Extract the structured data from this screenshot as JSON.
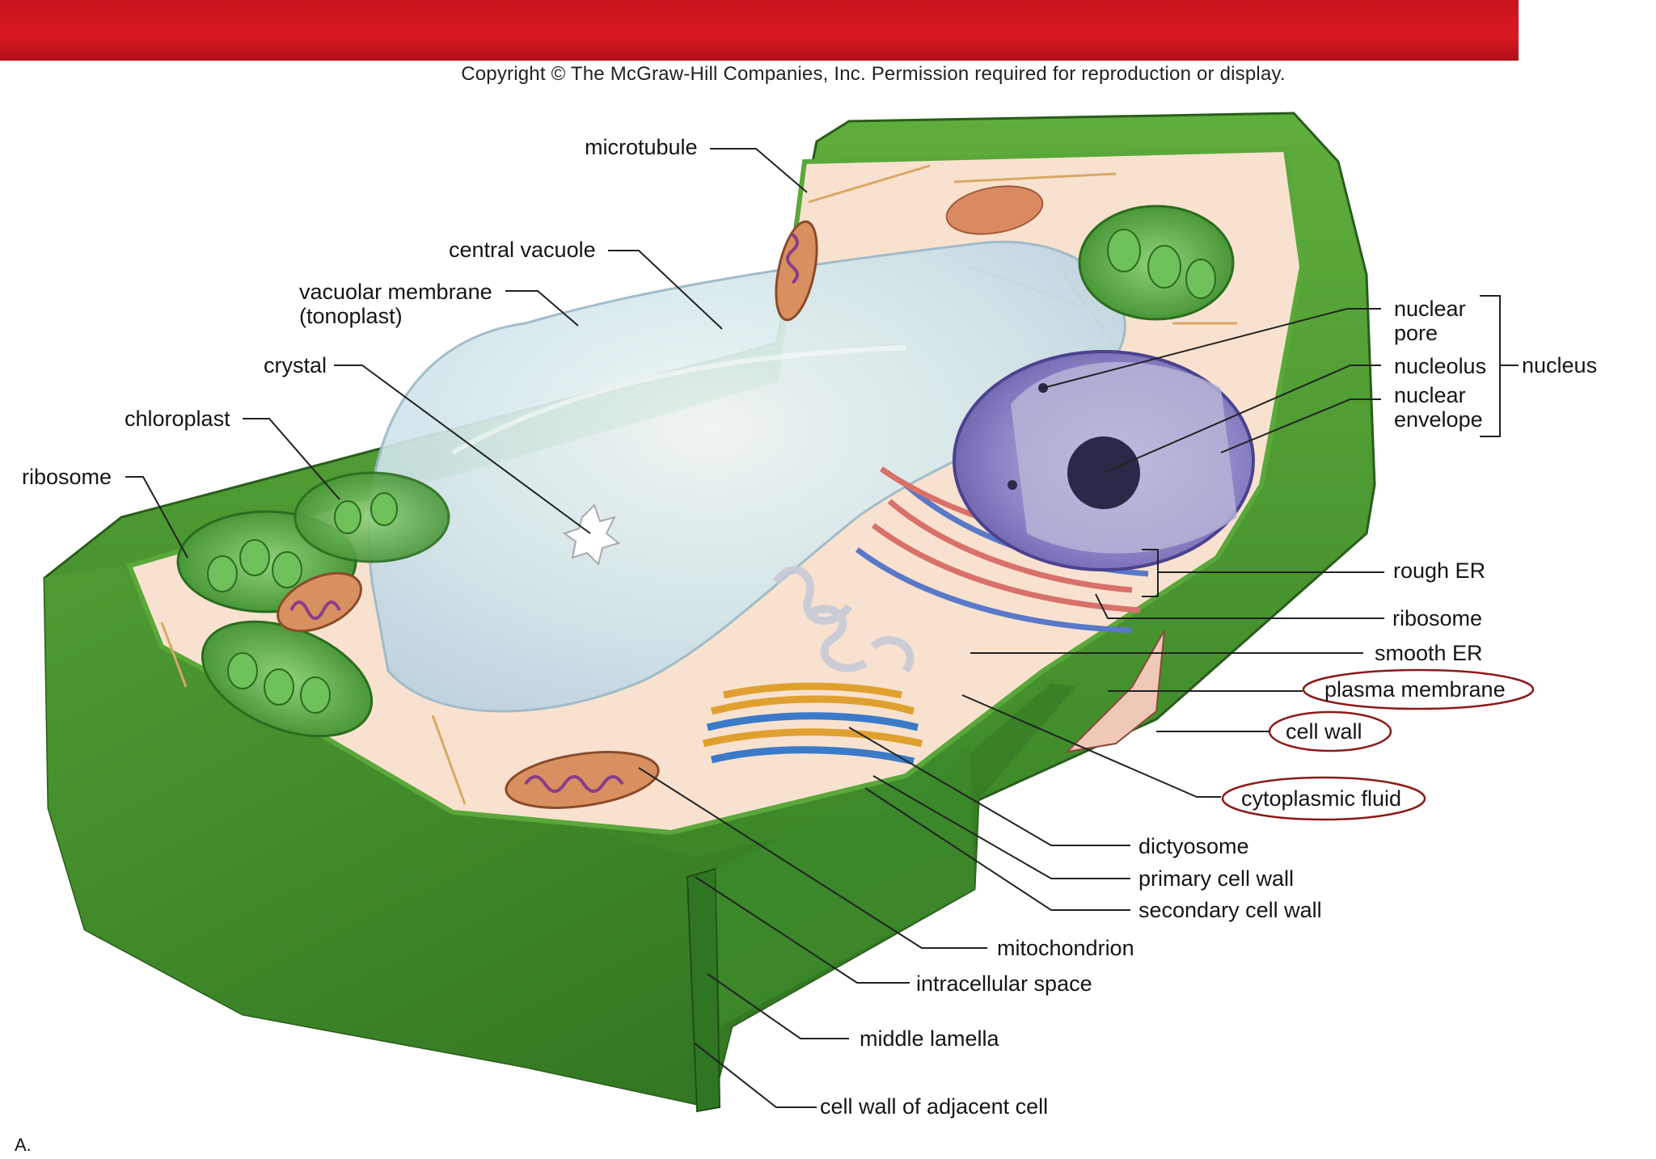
{
  "header": {
    "copyright": "Copyright © The McGraw-Hill Companies, Inc. Permission required for reproduction or display."
  },
  "figure_letter": "A.",
  "colors": {
    "banner": "#c8141e",
    "cell_wall": "#3f8f2a",
    "cytoplasm": "#f8e2cf",
    "vacuole": "#cfe6ec",
    "nucleus": "#7b72b8",
    "circle_highlight": "#8b1a1a"
  },
  "labels": {
    "microtubule": "microtubule",
    "central_vacuole": "central vacuole",
    "vacuolar_membrane": "vacuolar membrane",
    "tonoplast": "(tonoplast)",
    "crystal": "crystal",
    "chloroplast": "chloroplast",
    "ribosome_left": "ribosome",
    "nuclear_pore_1": "nuclear",
    "nuclear_pore_2": "pore",
    "nucleolus": "nucleolus",
    "nuclear_envelope_1": "nuclear",
    "nuclear_envelope_2": "envelope",
    "nucleus": "nucleus",
    "rough_er": "rough ER",
    "ribosome_right": "ribosome",
    "smooth_er": "smooth ER",
    "plasma_membrane": "plasma membrane",
    "cell_wall": "cell wall",
    "cytoplasmic_fluid": "cytoplasmic fluid",
    "dictyosome": "dictyosome",
    "primary_cell_wall": "primary cell wall",
    "secondary_cell_wall": "secondary cell wall",
    "mitochondrion": "mitochondrion",
    "intracellular_space": "intracellular space",
    "middle_lamella": "middle lamella",
    "cell_wall_adjacent": "cell wall of adjacent cell"
  },
  "highlighted_labels": [
    "plasma membrane",
    "cell wall",
    "cytoplasmic fluid"
  ]
}
